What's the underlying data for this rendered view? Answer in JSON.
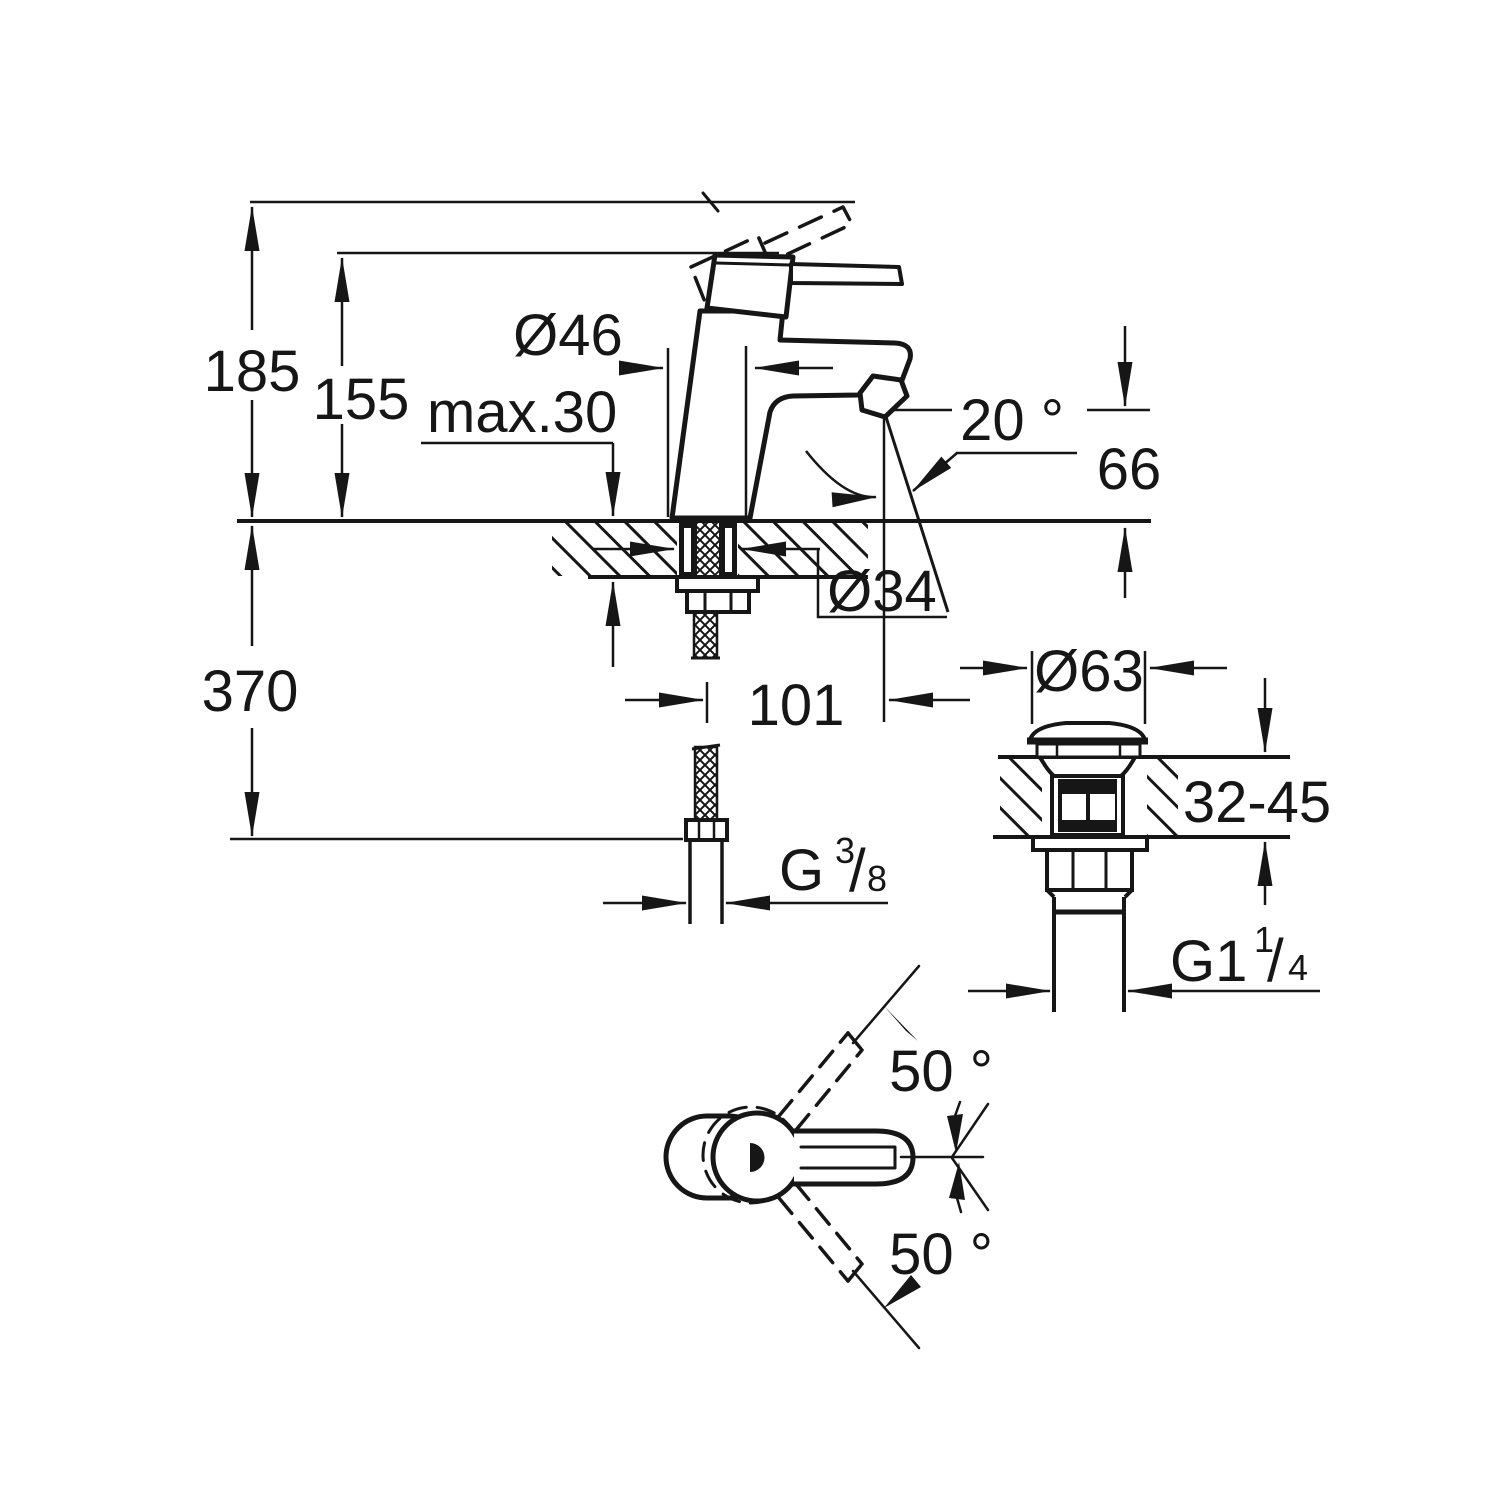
{
  "colors": {
    "ink": "#161616",
    "background": "#ffffff"
  },
  "dimensions": {
    "total_height": "185",
    "height_to_spout_plane": "155",
    "below_deck_length": "370",
    "body_diameter": "Ø46",
    "max_deck_thickness": "max.30",
    "aerator_angle": "20 °",
    "spout_outlet_height": "66",
    "mounting_hole_diameter": "Ø34",
    "spout_projection": "101",
    "waste_cap_diameter": "Ø63",
    "waste_deck_thickness_range": "32-45",
    "handle_swing_upper": "50 °",
    "handle_swing_lower": "50 °"
  },
  "threads": {
    "supply_connection": {
      "prefix": "G",
      "numerator": "3",
      "slash": "/",
      "denominator": "8"
    },
    "waste_connection": {
      "prefix": "G1",
      "numerator": "1",
      "slash": "/",
      "denominator": "4"
    }
  }
}
